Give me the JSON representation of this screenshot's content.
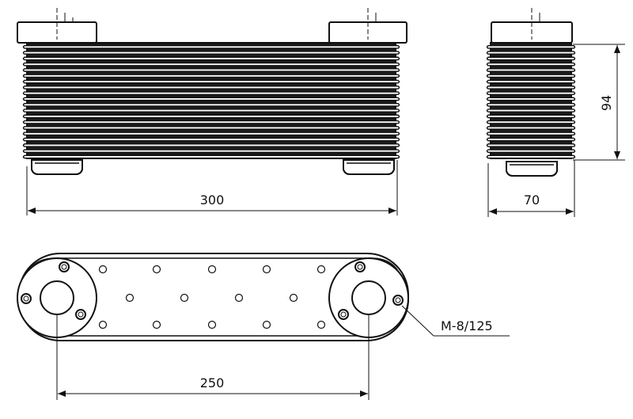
{
  "drawing": {
    "dimensions": {
      "length": "300",
      "width": "70",
      "height": "94",
      "hole_spacing": "250"
    },
    "callout": {
      "bolt_spec": "M-8/125"
    }
  },
  "colors": {
    "ink": "#111111",
    "background": "#ffffff"
  }
}
